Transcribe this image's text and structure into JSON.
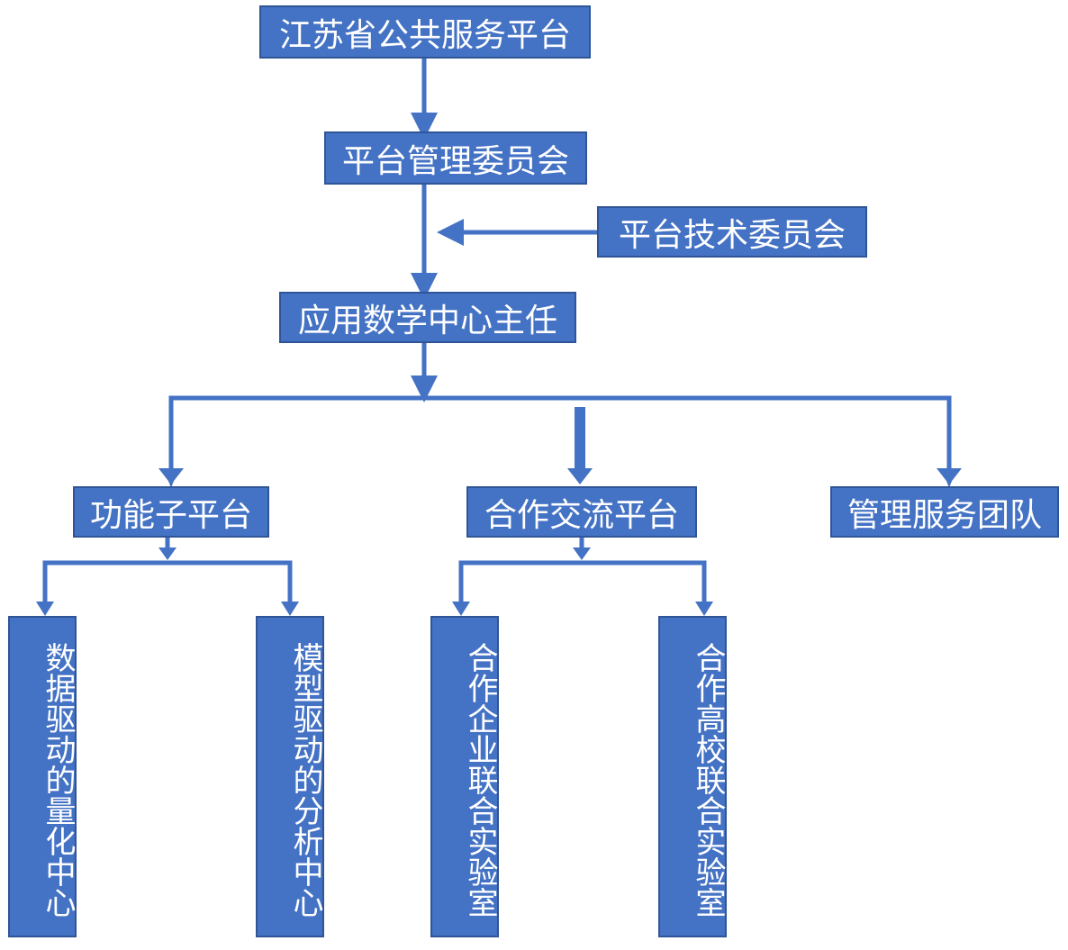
{
  "colors": {
    "box_fill": "#4472C4",
    "box_border": "#2F5597",
    "text": "#ffffff",
    "connector": "#4472C4"
  },
  "nodes": {
    "jiangsu": "江苏省公共服务平台",
    "committee": "平台管理委员会",
    "tech": "平台技术委员会",
    "director": "应用数学中心主任",
    "func": "功能子平台",
    "coop": "合作交流平台",
    "mgmt": "管理服务团队",
    "data_center": "数据驱动的量化中心",
    "model_center": "模型驱动的分析中心",
    "enterprise_lab": "合作企业联合实验室",
    "university_lab": "合作高校联合实验室"
  }
}
